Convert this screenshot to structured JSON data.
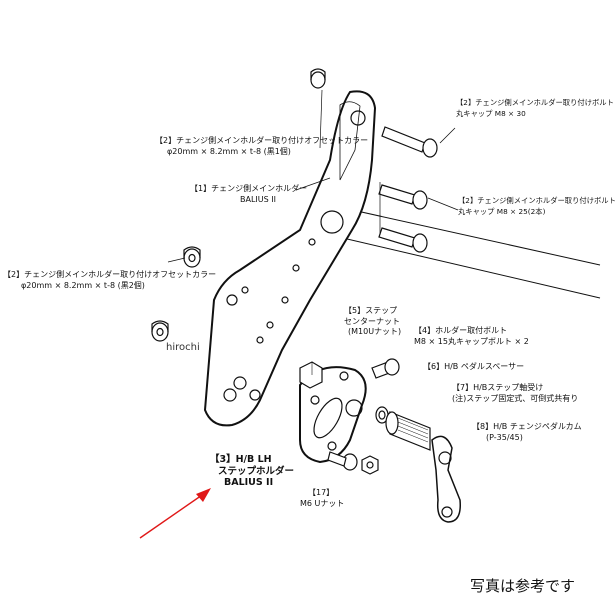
{
  "parts": {
    "offset_collar_1": {
      "line1": "【2】チェンジ側メインホルダー取り付けオフセットカラー",
      "line2": "φ20mm × 8.2mm × t-8 (黒1個)"
    },
    "main_holder": {
      "line1": "【1】チェンジ側メインホルダー",
      "line2": "BALIUS II"
    },
    "bolt_m8x30": {
      "line1": "【2】チェンジ側メインホルダー取り付けボルト",
      "line2": "丸キャップ M8 × 30"
    },
    "bolt_m8x25": {
      "line1": "【2】チェンジ側メインホルダー取り付けボルト",
      "line2": "丸キャップ M8 × 25(2本)"
    },
    "offset_collar_2": {
      "line1": "【2】チェンジ側メインホルダー取り付けオフセットカラー",
      "line2": "φ20mm × 8.2mm × t-8 (黒2個)"
    },
    "step_center_nut": {
      "line1": "【5】ステップ",
      "line2": "センターナット",
      "line3": "(M10Uナット)"
    },
    "holder_bolt": {
      "line1": "【4】ホルダー取付ボルト",
      "line2": "M8 × 15丸キャップボルト × 2"
    },
    "pedal_spacer": {
      "line1": "【6】H/B ペダルスペーサー"
    },
    "step_bearing": {
      "line1": "【7】H/Bステップ軸受け",
      "line2": "(注)ステップ固定式、可倒式共有り"
    },
    "change_pedal_cam": {
      "line1": "【8】H/B チェンジペダルカム",
      "line2": "(P-35/45)"
    },
    "step_holder": {
      "line1": "【3】H/B LH",
      "line2": "ステップホルダー",
      "line3": "BALIUS II"
    },
    "m6_nut": {
      "line1": "【17】",
      "line2": "M6 Uナット"
    }
  },
  "watermark": "hirochi",
  "note": "写真は参考です",
  "colors": {
    "ink": "#111111",
    "arrow": "#e01818",
    "background": "#ffffff"
  }
}
